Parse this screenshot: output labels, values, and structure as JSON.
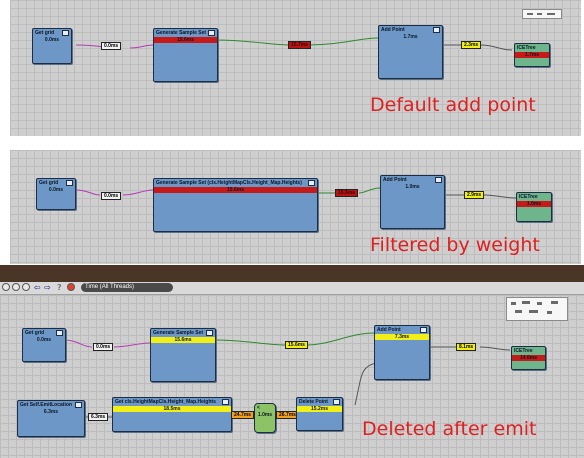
{
  "panel1": {
    "caption": "Default add point",
    "nodes": {
      "get_grid": {
        "title": "Get grid",
        "time": "0.0ms"
      },
      "gen_sample": {
        "title": "Generate Sample Set",
        "time": "15.6ms"
      },
      "add_point": {
        "title": "Add Point",
        "time": "1.7ms"
      },
      "icetree": {
        "title": "ICETree",
        "time": "1.7ms"
      }
    },
    "links": {
      "a": "0.0ms",
      "b": "15.7ms",
      "c": "2.3ms"
    }
  },
  "panel2": {
    "caption": "Filtered by weight",
    "nodes": {
      "get_grid": {
        "title": "Get grid",
        "time": "0.0ms"
      },
      "gen_sample": {
        "title": "Generate Sample Set (cls.HeightMapCls.Height_Map.Heights)",
        "time": "15.6ms"
      },
      "add_point": {
        "title": "Add Point",
        "time": "1.0ms"
      },
      "icetree": {
        "title": "ICETree",
        "time": "1.0ms"
      }
    },
    "links": {
      "a": "0.0ms",
      "b": "15.6ms",
      "c": "2.9ms"
    }
  },
  "toolbar": {
    "time_select": "Time (All Threads)",
    "icons": [
      "refresh-icon",
      "stop-icon",
      "settings-icon",
      "back-arrow-icon",
      "forward-arrow-icon",
      "help-icon",
      "record-icon"
    ]
  },
  "panel3": {
    "caption": "Deleted after emit",
    "nodes": {
      "get_grid": {
        "title": "Get grid",
        "time": "0.0ms"
      },
      "gen_sample": {
        "title": "Generate Sample Set",
        "time": "15.6ms"
      },
      "add_point": {
        "title": "Add Point",
        "time": "7.3ms"
      },
      "icetree": {
        "title": "ICETree",
        "time": "14.6ms"
      },
      "emit_loc": {
        "title": "Get Self.EmitLocation",
        "time": "6.3ms"
      },
      "get_heights": {
        "title": "Get cls.HeightMapCls.Height_Map.Heights",
        "time": "18.5ms"
      },
      "compare": {
        "title": "<",
        "time": "1.0ms"
      },
      "delete_point": {
        "title": "Delete Point",
        "time": "15.2ms"
      }
    },
    "links": {
      "a": "0.0ms",
      "b": "15.6ms",
      "c": "8.1ms",
      "d": "6.3ms",
      "e": "24.7ms",
      "f": "26.7ms"
    }
  },
  "colors": {
    "caption": "#e01f1f",
    "node": "#6d97c7",
    "time_red": "#c81919",
    "time_yellow": "#f2ef16",
    "divider": "#4a3526"
  }
}
